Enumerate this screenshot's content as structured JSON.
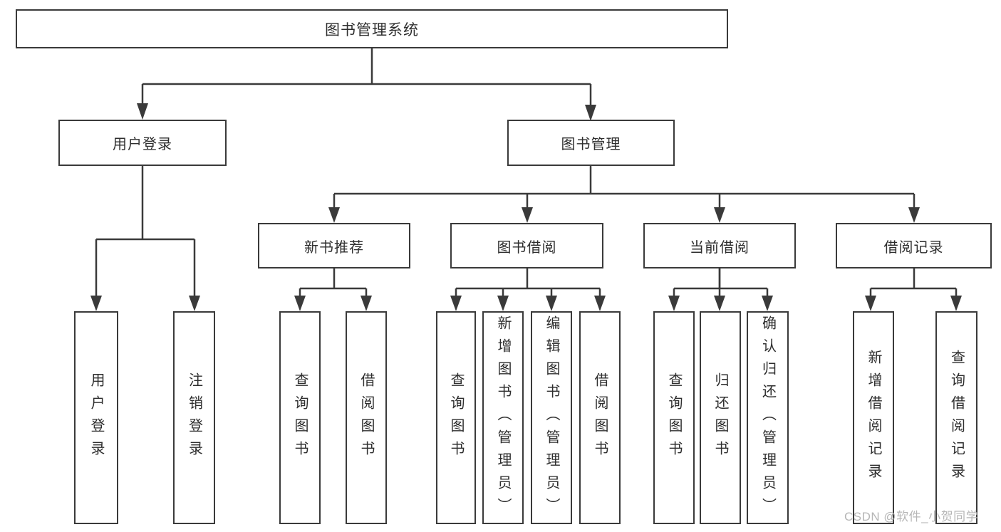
{
  "tree": {
    "root": {
      "label": "图书管理系统"
    },
    "level2": [
      {
        "label": "用户登录"
      },
      {
        "label": "图书管理"
      }
    ],
    "level3": [
      {
        "label": "新书推荐"
      },
      {
        "label": "图书借阅"
      },
      {
        "label": "当前借阅"
      },
      {
        "label": "借阅记录"
      }
    ],
    "leaves": [
      {
        "label": "用户登录"
      },
      {
        "label": "注销登录"
      },
      {
        "label": "查询图书"
      },
      {
        "label": "借阅图书"
      },
      {
        "label": "查询图书"
      },
      {
        "label": "新增图书（管理员）"
      },
      {
        "label": "编辑图书（管理员）"
      },
      {
        "label": "借阅图书"
      },
      {
        "label": "查询图书"
      },
      {
        "label": "归还图书"
      },
      {
        "label": "确认归还（管理员）"
      },
      {
        "label": "新增借阅记录"
      },
      {
        "label": "查询借阅记录"
      }
    ]
  },
  "watermark": {
    "text": "CSDN @软件_小贺同学"
  },
  "colors": {
    "line": "#3a3a3a",
    "box_border": "#3a3a3a",
    "text": "#2e2e2e",
    "watermark": "#b6b6b6",
    "background": "#ffffff"
  }
}
